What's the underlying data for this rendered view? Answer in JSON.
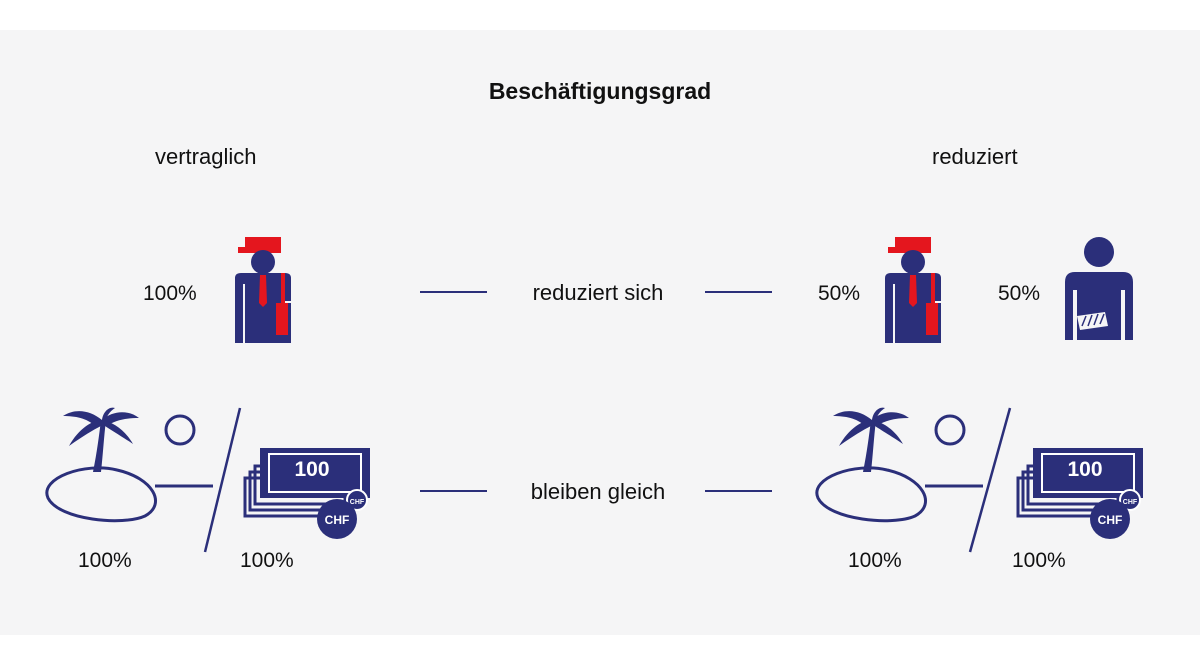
{
  "title": "Beschäftigungsgrad",
  "columns": {
    "left": "vertraglich",
    "right": "reduziert"
  },
  "rows": {
    "work": {
      "label": "reduziert sich",
      "left_percent": "100%",
      "right_percent_worker": "50%",
      "right_percent_injured": "50%"
    },
    "benefits": {
      "label": "bleiben gleich",
      "left_vacation": "100%",
      "left_salary": "100%",
      "right_vacation": "100%",
      "right_salary": "100%"
    }
  },
  "banknote": {
    "value": "100",
    "currency": "CHF"
  },
  "icons": [
    "worker-icon",
    "injured-person-icon",
    "island-icon",
    "sun-icon",
    "banknote-icon",
    "chf-coin-icon"
  ],
  "colors": {
    "navy": "#2b2f7a",
    "red": "#e4161e",
    "background": "#f5f5f6"
  }
}
